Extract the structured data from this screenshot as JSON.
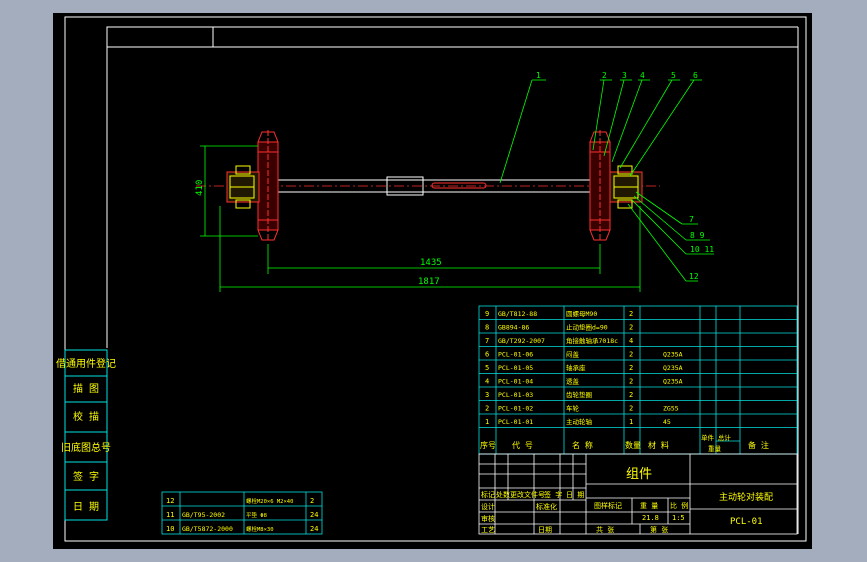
{
  "colors": {
    "background": "#a3adbd",
    "sheet": "#000000",
    "border": "#ffffff",
    "table": "#00e0e0",
    "text": "#ffff00",
    "leader": "#00ff00",
    "part": "#ff3030",
    "shaft": "#ffffff"
  },
  "drawing": {
    "dimensions": {
      "height": "410",
      "inner_span": "1435",
      "overall_span": "1817"
    },
    "balloons": [
      "1",
      "2",
      "3",
      "4",
      "5",
      "6",
      "7",
      "8 9",
      "10 11",
      "12"
    ]
  },
  "side_labels": [
    "借通用件登记",
    "描 图",
    "校 描",
    "旧底图总号",
    "签 字",
    "日 期"
  ],
  "parts_list": {
    "rows": [
      {
        "no": "9",
        "code": "GB/T812-88",
        "name": "圆螺母M90",
        "qty": "2",
        "material": "",
        "weight": ""
      },
      {
        "no": "8",
        "code": "GB894-86",
        "name": "止动垫圈d=90",
        "qty": "2",
        "material": "",
        "weight": ""
      },
      {
        "no": "7",
        "code": "GB/T292-2007",
        "name": "角接触轴承7018c",
        "qty": "4",
        "material": "",
        "weight": ""
      },
      {
        "no": "6",
        "code": "PCL-01-06",
        "name": "闷盖",
        "qty": "2",
        "material": "Q235A",
        "weight": ""
      },
      {
        "no": "5",
        "code": "PCL-01-05",
        "name": "轴承座",
        "qty": "2",
        "material": "Q235A",
        "weight": ""
      },
      {
        "no": "4",
        "code": "PCL-01-04",
        "name": "透盖",
        "qty": "2",
        "material": "Q235A",
        "weight": ""
      },
      {
        "no": "3",
        "code": "PCL-01-03",
        "name": "齿轮垫圈",
        "qty": "2",
        "material": "",
        "weight": ""
      },
      {
        "no": "2",
        "code": "PCL-01-02",
        "name": "车轮",
        "qty": "2",
        "material": "ZG55",
        "weight": ""
      },
      {
        "no": "1",
        "code": "PCL-01-01",
        "name": "主动轮轴",
        "qty": "1",
        "material": "45",
        "weight": ""
      }
    ],
    "header": {
      "no": "序号",
      "code": "代 号",
      "name": "名 称",
      "qty": "数量",
      "material": "材 料",
      "unit_total": "单件 总计",
      "weight_label": "重量",
      "remark": "备 注"
    }
  },
  "fastener_list": {
    "rows": [
      {
        "no": "12",
        "code": "",
        "name": "螺栓M20×6 M2×40",
        "qty": "2"
      },
      {
        "no": "11",
        "code": "GB/T95-2002",
        "name": "平垫 Φ8",
        "qty": "24"
      },
      {
        "no": "10",
        "code": "GB/T5872-2000",
        "name": "螺栓M8×30",
        "qty": "24"
      }
    ]
  },
  "title_block": {
    "group": "组件",
    "drawing_name": "主动轮对装配",
    "drawing_no": "PCL-01",
    "labels": {
      "mark": "标记",
      "count": "处数",
      "change_doc": "更改文件号",
      "sign": "签 字",
      "date": "日 期",
      "design": "设计",
      "std": "标准化",
      "check": "审核",
      "process": "工艺",
      "approve": "日期",
      "stage": "图样标记",
      "weight": "重 量",
      "scale": "比 例",
      "sheet": "共 张",
      "sheet2": "第 张"
    },
    "weight_value": "21.8",
    "scale_value": "1:5"
  }
}
